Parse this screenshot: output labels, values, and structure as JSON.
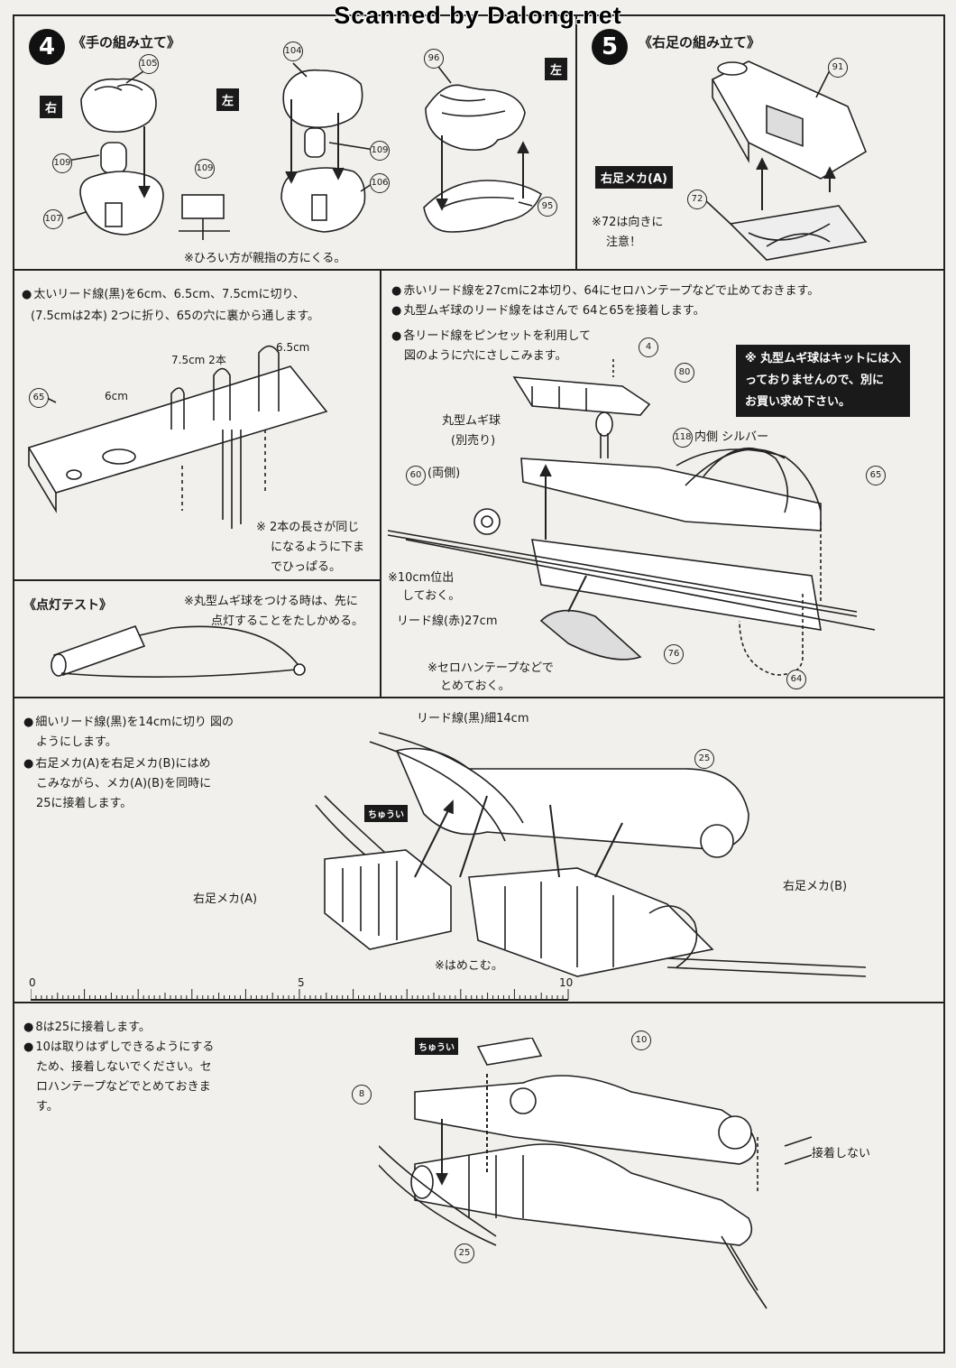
{
  "watermark": "Scanned by Dalong.net",
  "step4": {
    "number": "4",
    "title": "《手の組み立て》",
    "right_tag": "右",
    "left_tag": "左",
    "left_tag2": "左",
    "parts": {
      "p105": "105",
      "p109a": "109",
      "p107": "107",
      "p109b": "109",
      "p104": "104",
      "p109c": "109",
      "p106": "106",
      "p96": "96",
      "p95": "95"
    },
    "note": "※ひろい方が親指の方にくる。"
  },
  "step5": {
    "number": "5",
    "title": "《右足の組み立て》",
    "tag": "右足メカ(A)",
    "parts": {
      "p91": "91",
      "p72": "72"
    },
    "note_line1": "※72は向きに",
    "note_line2": "注意！"
  },
  "wire_black": {
    "line1": "太いリード線(黒)を6cm、6.5cm、7.5cmに切り、",
    "line2": "(7.5cmは2本) 2つに折り、65の穴に裏から通します。",
    "label_75": "7.5cm 2本",
    "label_65": "6.5cm",
    "label_6": "6cm",
    "part65": "65",
    "note1": "※ 2本の長さが同じ",
    "note2": "になるように下ま",
    "note3": "でひっぱる。"
  },
  "light_test": {
    "title": "《点灯テスト》",
    "note1": "※丸型ムギ球をつける時は、先に",
    "note2": "点灯することをたしかめる。"
  },
  "red_wire": {
    "line1": "赤いリード線を27cmに2本切り、64にセロハンテープなどで止めておきます。",
    "line2": "丸型ムギ球のリード線をはさんで 64と65を接着します。",
    "line3": "各リード線をピンセットを利用して",
    "line4": "図のように穴にさしこみます。",
    "notebox1": "※ 丸型ムギ球はキットには入",
    "notebox2": "っておりませんので、別に",
    "notebox3": "お買い求め下さい。",
    "bulb_label": "丸型ムギ球",
    "bulb_label2": "(別売り)",
    "inner_silver": "内側 シルバー",
    "both_sides": "(両側)",
    "pos10": "※10cm位出",
    "pos10b": "しておく。",
    "red_label": "リード線(赤)27cm",
    "tape_note1": "※セロハンテープなどで",
    "tape_note2": "とめておく。",
    "parts": {
      "p4": "4",
      "p80": "80",
      "p118": "118",
      "p60": "60",
      "p65": "65",
      "p76": "76",
      "p64": "64"
    }
  },
  "thin_wire": {
    "line1": "細いリード線(黒)を14cmに切り 図の",
    "line1b": "ようにします。",
    "line2": "右足メカ(A)を右足メカ(B)にはめ",
    "line3": "こみながら、メカ(A)(B)を同時に",
    "line4": "25に接着します。",
    "wire_label": "リード線(黒)細14cm",
    "mecha_a": "右足メカ(A)",
    "mecha_b": "右足メカ(B)",
    "fit_note": "※はめこむ。",
    "glue_tag": "ちゅうい",
    "part25": "25"
  },
  "ruler": {
    "l0": "0",
    "l5": "5",
    "l10": "10"
  },
  "final": {
    "line1": "8は25に接着します。",
    "line2": "10は取りはずしできるようにする",
    "line3": "ため、接着しないでください。セ",
    "line4": "ロハンテープなどでとめておきま",
    "line5": "す。",
    "no_glue": "接着しない",
    "glue_tag": "ちゅうい",
    "parts": {
      "p10": "10",
      "p8": "8",
      "p25": "25"
    }
  }
}
